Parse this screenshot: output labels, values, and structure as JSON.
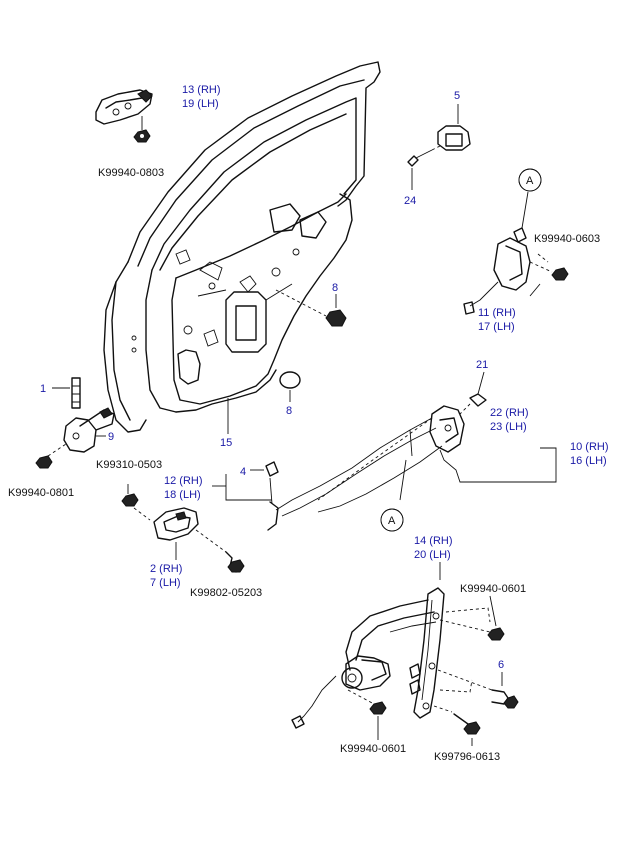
{
  "labels": {
    "p13": "13 (RH)",
    "p19": "19 (LH)",
    "k_0803": "K99940-0803",
    "p5": "5",
    "p24": "24",
    "callout_a_top": "A",
    "k_0603_right": "K99940-0603",
    "p11": "11 (RH)",
    "p17": "17 (LH)",
    "p8_upper": "8",
    "p8_lower": "8",
    "p1": "1",
    "p9": "9",
    "p15": "15",
    "k_0801": "K99940-0801",
    "p21": "21",
    "p22": "22 (RH)",
    "p23": "23 (LH)",
    "p10": "10 (RH)",
    "p16": "16 (LH)",
    "k_0503": "K99310-0503",
    "p4": "4",
    "p12": "12 (RH)",
    "p18": "18 (LH)",
    "callout_a_mid": "A",
    "p2": "2 (RH)",
    "p7": "7 (LH)",
    "k_05203": "K99802-05203",
    "p14": "14 (RH)",
    "p20": "20 (LH)",
    "k_0601_right": "K99940-0601",
    "p6": "6",
    "k_0601_bottom": "K99940-0601",
    "k_0613": "K99796-0613"
  },
  "colors": {
    "label_blue": "#1a1aa6",
    "line": "#111111",
    "background": "#ffffff"
  }
}
